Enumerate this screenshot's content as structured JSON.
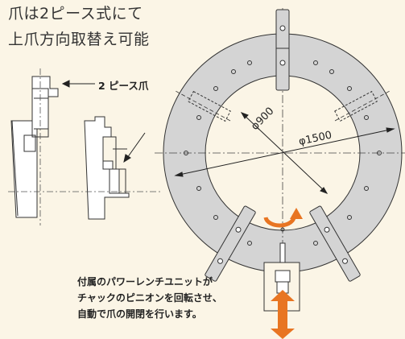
{
  "title": {
    "line1": "爪は2ピース式にて",
    "line2": "上爪方向取替え可能"
  },
  "callout": {
    "two_piece_jaw": "2 ピース爪"
  },
  "dimensions": {
    "inner_diameter": "φ900",
    "outer_diameter": "φ1500"
  },
  "caption": {
    "line1": "付属のパワーレンチユニットが",
    "line2": "チャックのピニオンを回転させ、",
    "line3": "自動で爪の開閉を行います。"
  },
  "colors": {
    "background": "#fbf5e6",
    "ring": "#d4d4d4",
    "accent": "#e87522"
  }
}
